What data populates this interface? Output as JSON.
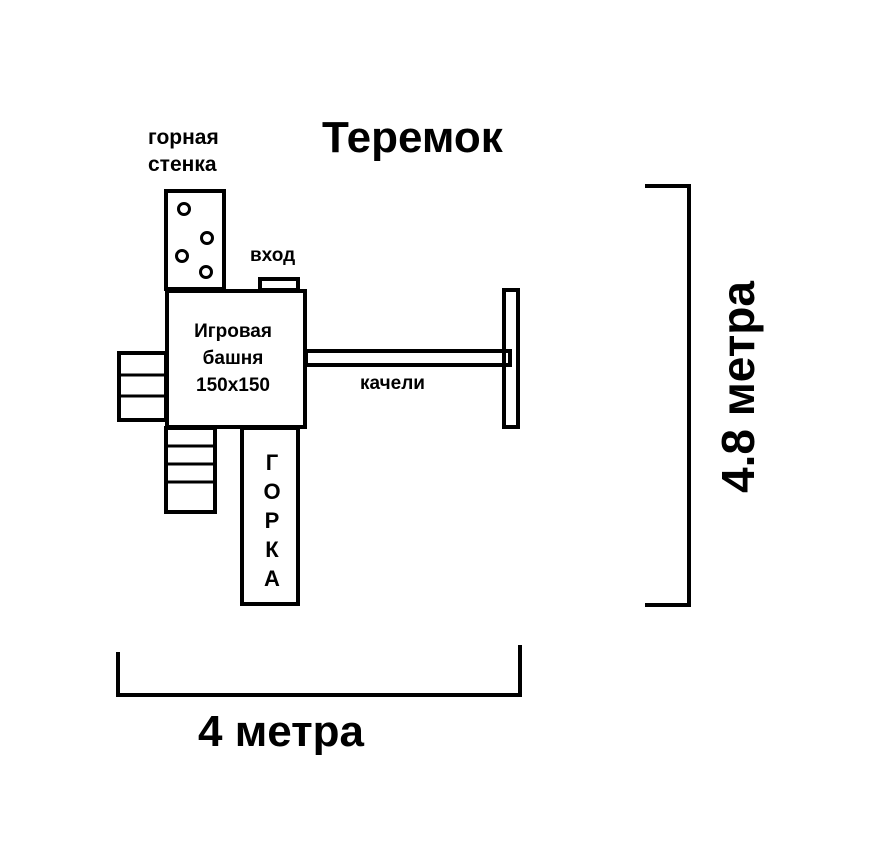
{
  "title": "Теремок",
  "labels": {
    "climbing_wall": [
      "горная",
      "стенка"
    ],
    "entrance": "вход",
    "tower": [
      "Игровая",
      "башня",
      "150x150"
    ],
    "swing": "качели",
    "slide_letters": [
      "Г",
      "О",
      "Р",
      "К",
      "А"
    ]
  },
  "dimensions": {
    "width": "4 метра",
    "height": "4.8 метра"
  },
  "colors": {
    "stroke": "#000000",
    "background": "#ffffff"
  }
}
